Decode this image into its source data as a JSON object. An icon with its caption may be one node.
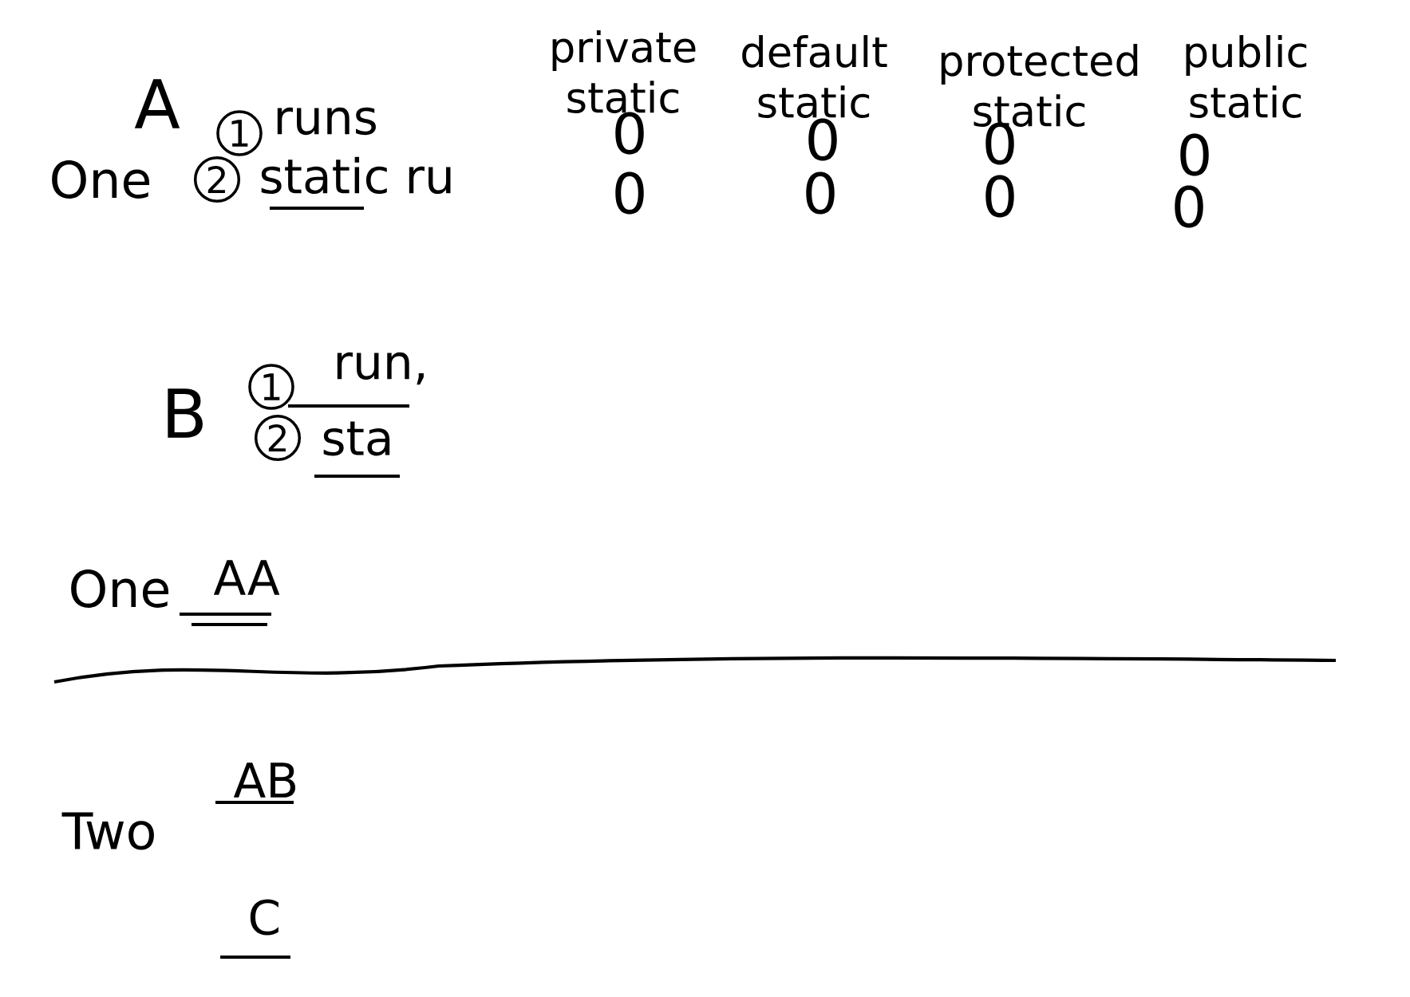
{
  "diagram": {
    "labels": [
      "A",
      "private static",
      "default static",
      "protected static",
      "public static",
      "1",
      "runs",
      "0",
      "0",
      "0",
      "0",
      "One",
      "2",
      "static ru",
      "0",
      "0",
      "0",
      "0",
      "B",
      "1",
      "run,",
      "2",
      "sta",
      "One",
      "AA",
      "Two",
      "AB",
      "C"
    ]
  }
}
